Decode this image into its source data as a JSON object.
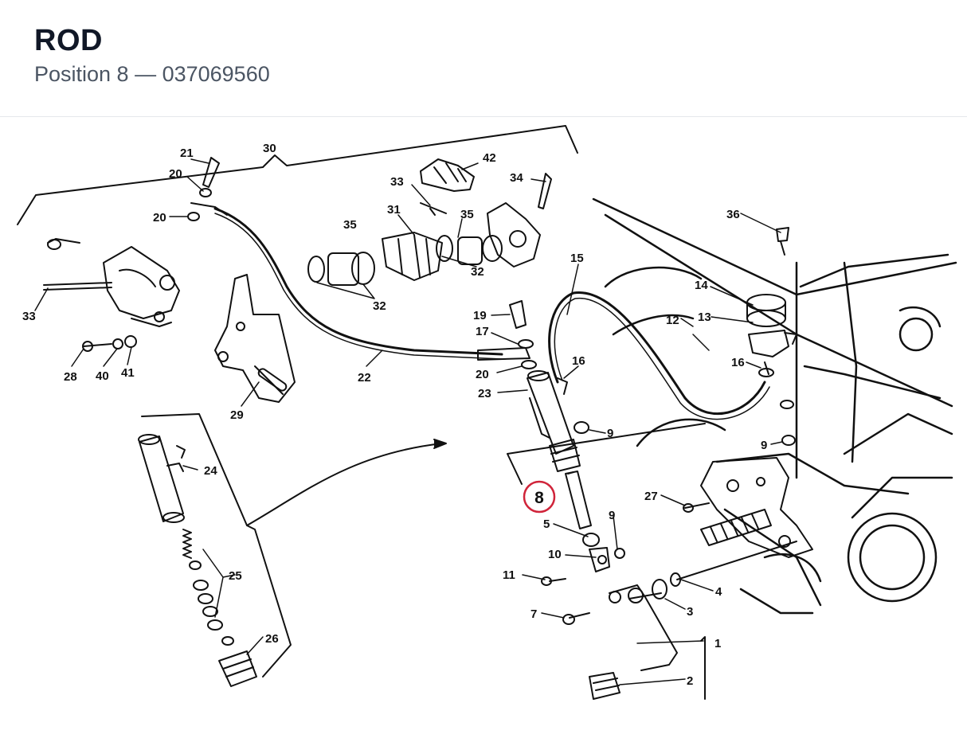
{
  "header": {
    "title": "ROD",
    "subtitle": "Position 8 — 037069560"
  },
  "diagram": {
    "highlight_label": "8",
    "highlight_color": "#d0243a",
    "labels": {
      "l30": "30",
      "l21": "21",
      "l20a": "20",
      "l20b": "20",
      "l42": "42",
      "l33a": "33",
      "l34": "34",
      "l31": "31",
      "l35a": "35",
      "l35b": "35",
      "l32a": "32",
      "l32b": "32",
      "l33b": "33",
      "l28": "28",
      "l40": "40",
      "l41": "41",
      "l29": "29",
      "l22": "22",
      "l15": "15",
      "l19": "19",
      "l17": "17",
      "l20c": "20",
      "l16a": "16",
      "l23": "23",
      "l14": "14",
      "l13": "13",
      "l12": "12",
      "l16b": "16",
      "l36": "36",
      "l9a": "9",
      "l9b": "9",
      "l9c": "9",
      "l24": "24",
      "l25": "25",
      "l26": "26",
      "l27": "27",
      "l5": "5",
      "l10": "10",
      "l11": "11",
      "l7": "7",
      "l4": "4",
      "l3": "3",
      "l1": "1",
      "l2": "2"
    }
  }
}
